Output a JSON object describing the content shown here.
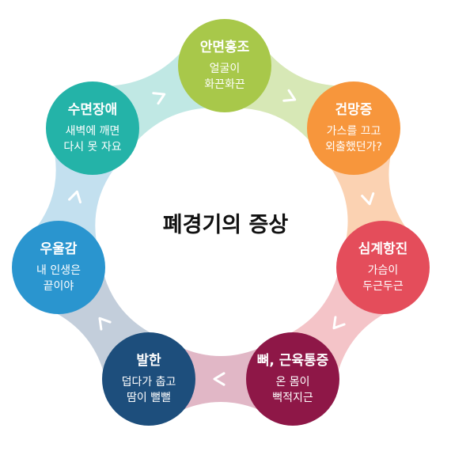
{
  "title": "폐경기의 증상",
  "symptoms": [
    {
      "title": "안면홍조",
      "lines": [
        "얼굴이",
        "화끈화끈"
      ],
      "color": "#a8c84a"
    },
    {
      "title": "건망증",
      "lines": [
        "가스를 끄고",
        "외출했던가?"
      ],
      "color": "#f7963c"
    },
    {
      "title": "심계항진",
      "lines": [
        "가슴이",
        "두근두근"
      ],
      "color": "#e44d5b"
    },
    {
      "title": "뼈, 근육통증",
      "lines": [
        "온 몸이",
        "뻑적지근"
      ],
      "color": "#8e1747"
    },
    {
      "title": "발한",
      "lines": [
        "덥다가 춥고",
        "땀이 뻘뻘"
      ],
      "color": "#1d4e7c"
    },
    {
      "title": "우울감",
      "lines": [
        "내 인생은",
        "끝이야"
      ],
      "color": "#2a95cf"
    },
    {
      "title": "수면장애",
      "lines": [
        "새벽에 깨면",
        "다시 못 자요"
      ],
      "color": "#24b3a8"
    }
  ],
  "connector_colors": [
    "#d7e8b6",
    "#fbd2b2",
    "#f4c4c8",
    "#e1b7c6",
    "#c3cedb",
    "#c3e0ef",
    "#c0e8e4"
  ]
}
